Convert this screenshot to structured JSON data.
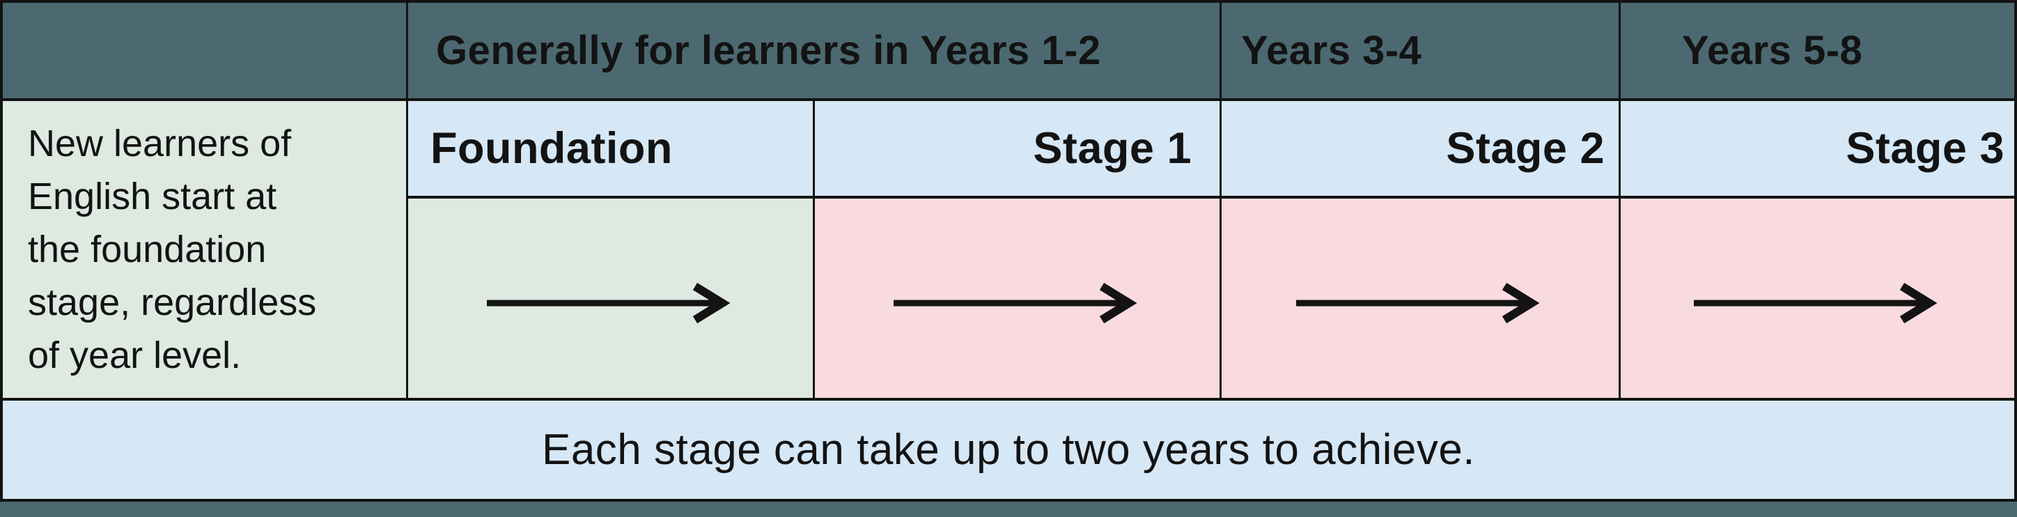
{
  "colors": {
    "header_teal": "#4c6971",
    "cell_green": "#dde9e1",
    "cell_blue": "#d6e7f6",
    "cell_pink": "#f9dade",
    "ink": "#131313"
  },
  "header": {
    "years_1_2": "Generally for learners in Years 1-2",
    "years_3_4": "Years 3-4",
    "years_5_8": "Years 5-8"
  },
  "side_note": "New learners of\nEnglish start at\nthe foundation\nstage, regardless\nof year level.",
  "stages": [
    {
      "label": "Foundation"
    },
    {
      "label": "Stage 1"
    },
    {
      "label": "Stage 2"
    },
    {
      "label": "Stage 3"
    }
  ],
  "footer_note": "Each stage can take up to two years to achieve."
}
